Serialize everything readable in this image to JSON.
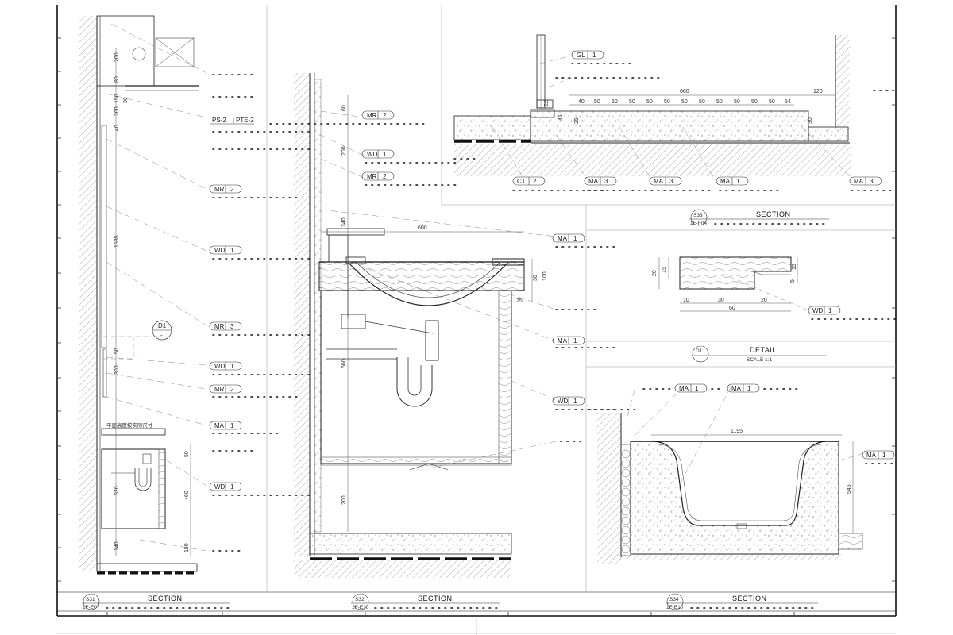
{
  "drawings": {
    "s31": {
      "title": "SECTION",
      "tag_top": "S31",
      "tag_bottom": "1F-E07"
    },
    "s32": {
      "title": "SECTION",
      "tag_top": "S32",
      "tag_bottom": "1F-E10"
    },
    "s33": {
      "title": "SECTION",
      "tag_top": "S33",
      "tag_bottom": "1F-F04"
    },
    "s34": {
      "title": "SECTION",
      "tag_top": "S34",
      "tag_bottom": "1F-E10"
    },
    "d1": {
      "title": "DETAIL",
      "scale": "SCALE 1:1",
      "tag_top": "D1",
      "tag_bottom": "-"
    }
  },
  "callouts": {
    "c1": {
      "code": "PS-2",
      "num": "PTE-2"
    },
    "c2": {
      "code": "MR",
      "num": "2"
    },
    "c3": {
      "code": "WD",
      "num": "1"
    },
    "c4": {
      "code": "MR",
      "num": "3"
    },
    "c5": {
      "code": "WD",
      "num": "1"
    },
    "c6": {
      "code": "MR",
      "num": "2"
    },
    "c7": {
      "code": "MA",
      "num": "1"
    },
    "c8": {
      "code": "WD",
      "num": "1"
    },
    "c9": {
      "code": "MR",
      "num": "2"
    },
    "c10": {
      "code": "WD",
      "num": "1"
    },
    "c11": {
      "code": "MR",
      "num": "2"
    },
    "c12": {
      "code": "MA",
      "num": "1"
    },
    "c13": {
      "code": "MA",
      "num": "1"
    },
    "c14": {
      "code": "WD",
      "num": "1"
    },
    "c15": {
      "code": "GL",
      "num": "1"
    },
    "c16": {
      "code": "CT",
      "num": "2"
    },
    "c17": {
      "code": "MA",
      "num": "3"
    },
    "c18": {
      "code": "MA",
      "num": "3"
    },
    "c19": {
      "code": "MA",
      "num": "1"
    },
    "c20": {
      "code": "MA",
      "num": "3"
    },
    "c21": {
      "code": "WD",
      "num": "1"
    },
    "c22": {
      "code": "MA",
      "num": "1"
    },
    "c23": {
      "code": "MA",
      "num": "1"
    },
    "c24": {
      "code": "MA",
      "num": "1"
    },
    "d1tag": {
      "code": "D1",
      "num": "-"
    }
  },
  "note_chinese": "平面高度按实际尺寸",
  "dimensions": {
    "s31": [
      "200",
      "80",
      "30",
      "150",
      "200",
      "40",
      "1535",
      "50",
      "300",
      "520",
      "460",
      "140",
      "150",
      "50"
    ],
    "s32": [
      "60",
      "200",
      "340",
      "660",
      "600",
      "30",
      "100",
      "25",
      "200"
    ],
    "s33": [
      "660",
      "120",
      "40",
      "50",
      "50",
      "50",
      "50",
      "50",
      "50",
      "50",
      "50",
      "50",
      "50",
      "50",
      "54",
      "22",
      "45",
      "25",
      "30"
    ],
    "d1": [
      "20",
      "15",
      "15",
      "10",
      "30",
      "20",
      "60",
      "5"
    ],
    "s34": [
      "1195",
      "545"
    ]
  }
}
